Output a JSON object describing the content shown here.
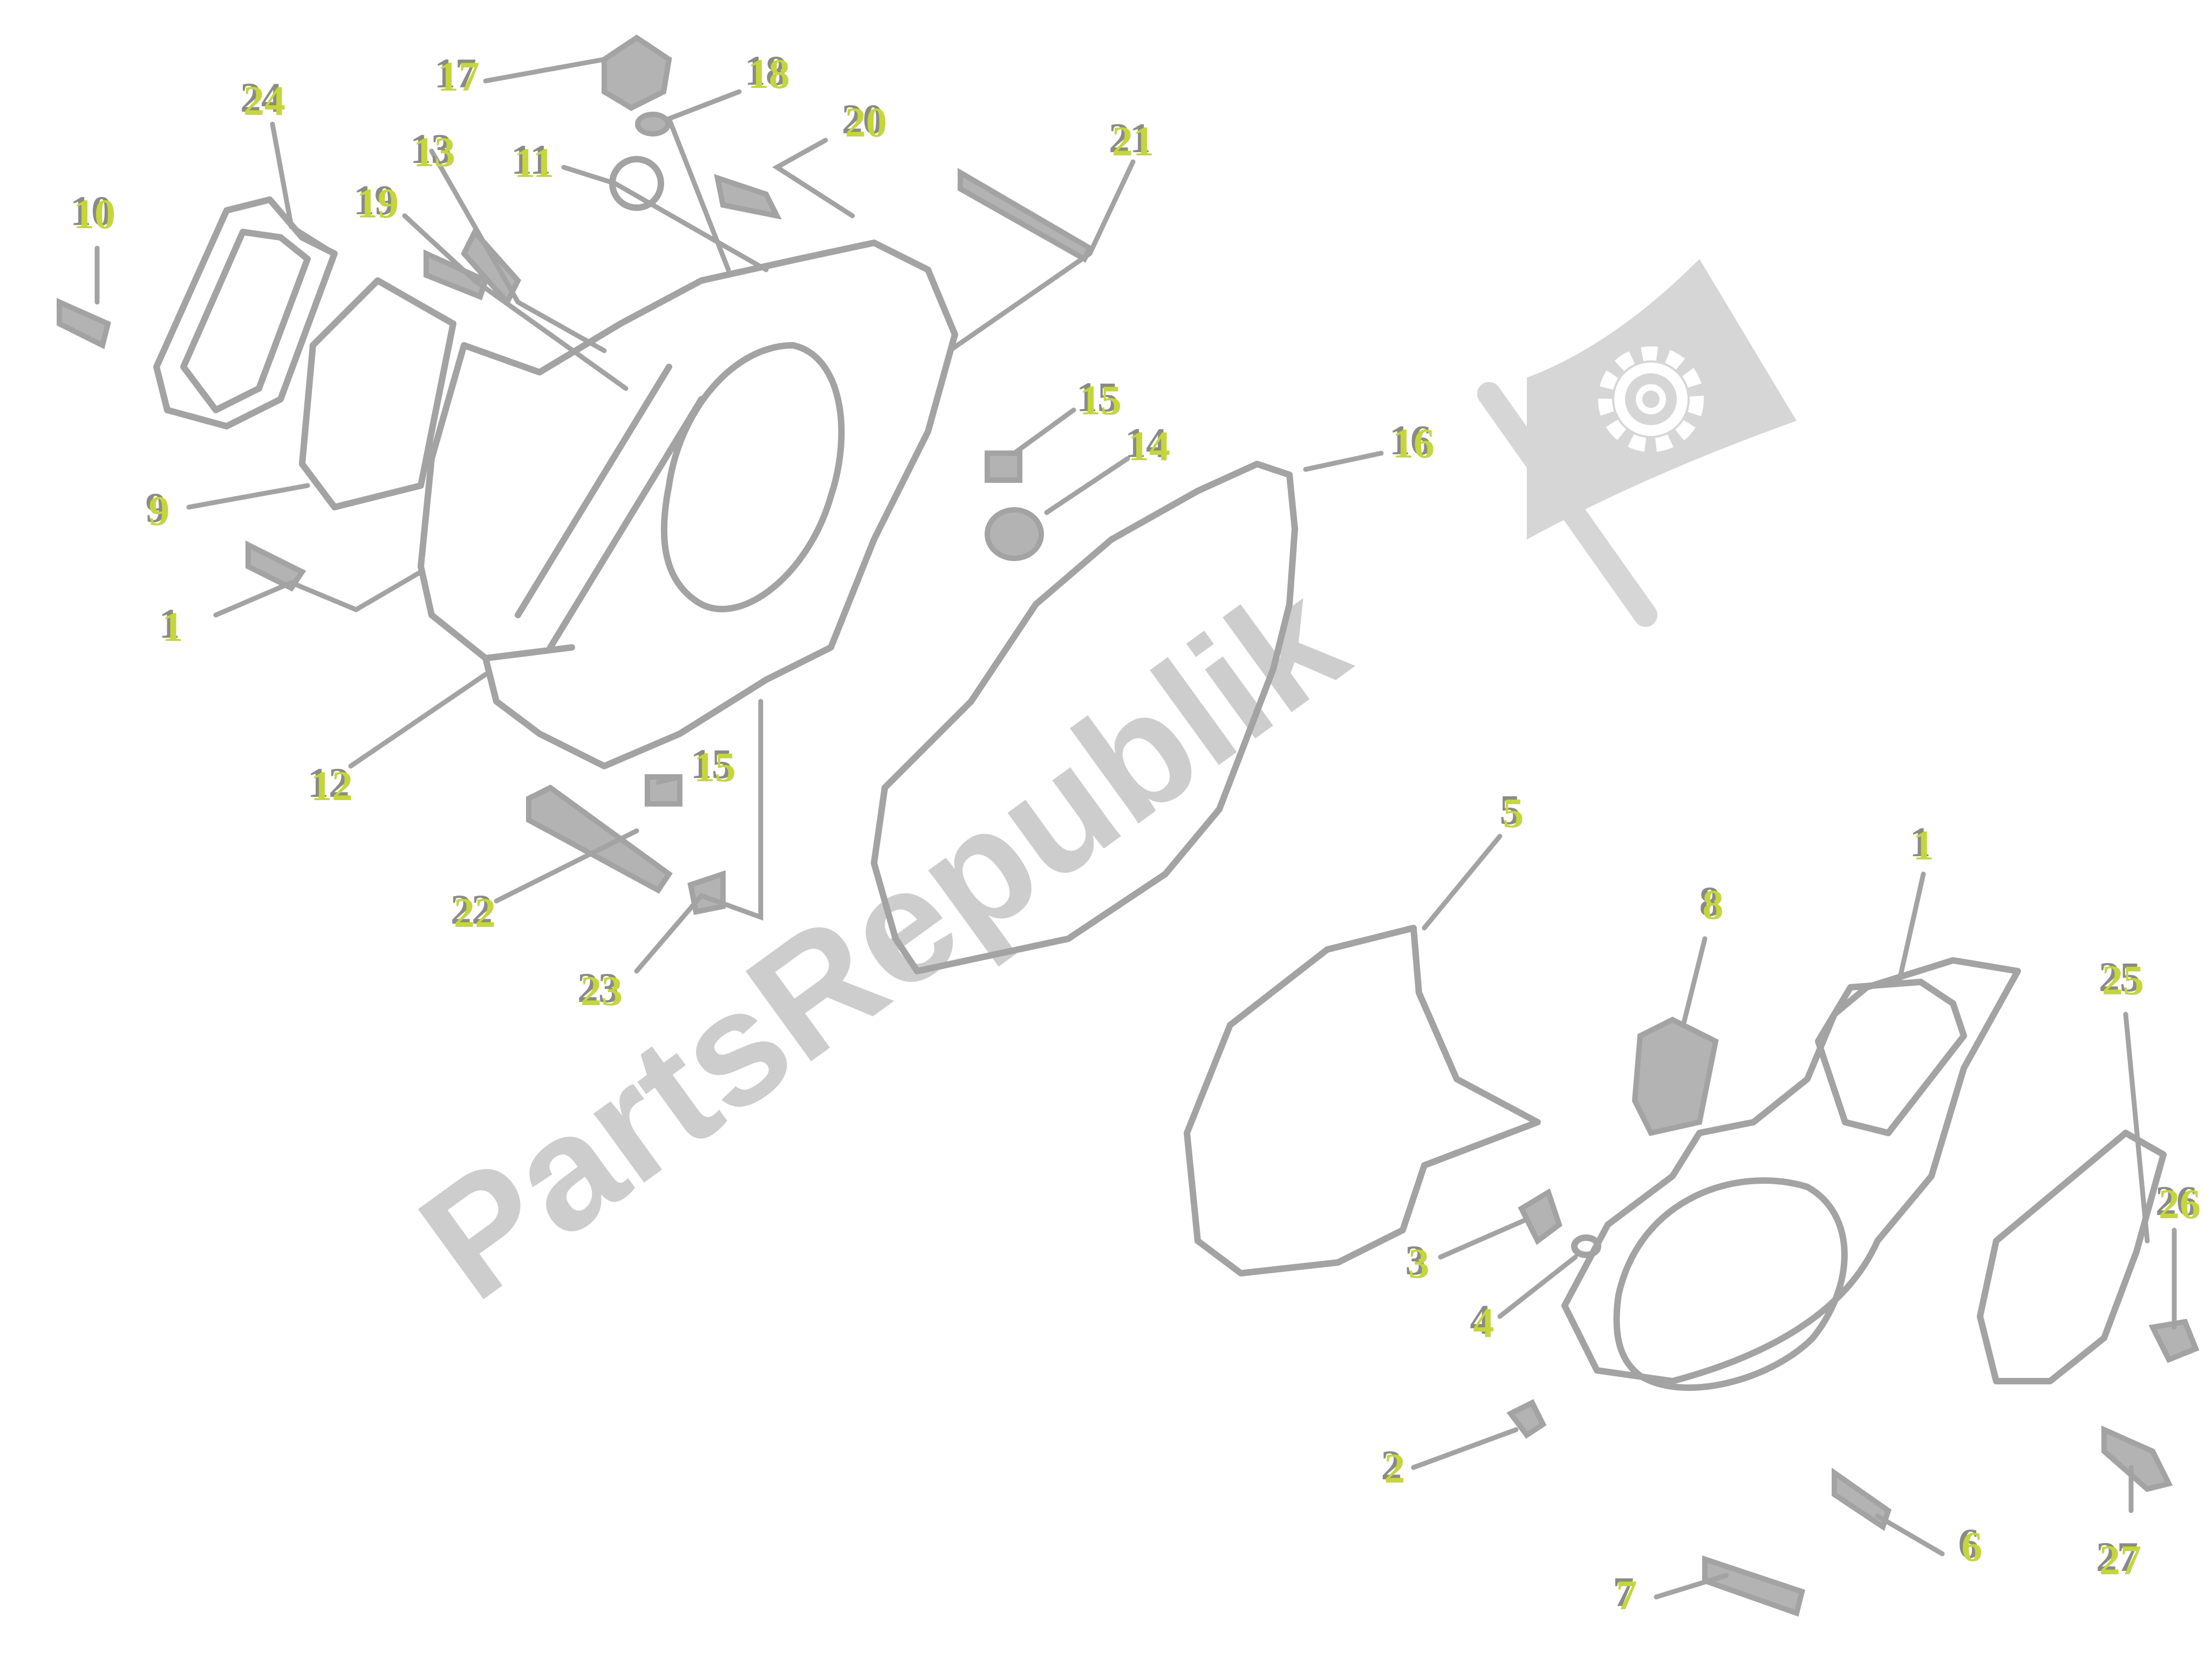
{
  "colors": {
    "label_fill": "#c5d63a",
    "label_shadow": "#8a8a8a",
    "line_art": "#a3a3a3",
    "watermark": "#cdcdcd",
    "background": "#ffffff"
  },
  "watermark": {
    "text": "PartsRepublik",
    "logo_icon": "gear-icon"
  },
  "callouts": [
    {
      "id": "c24",
      "label": "24"
    },
    {
      "id": "c17",
      "label": "17"
    },
    {
      "id": "c18",
      "label": "18"
    },
    {
      "id": "c13",
      "label": "13"
    },
    {
      "id": "c11",
      "label": "11"
    },
    {
      "id": "c20",
      "label": "20"
    },
    {
      "id": "c21",
      "label": "21"
    },
    {
      "id": "c10",
      "label": "10"
    },
    {
      "id": "c19",
      "label": "19"
    },
    {
      "id": "c15a",
      "label": "15"
    },
    {
      "id": "c14",
      "label": "14"
    },
    {
      "id": "c16",
      "label": "16"
    },
    {
      "id": "c9",
      "label": "9"
    },
    {
      "id": "c1a",
      "label": "1"
    },
    {
      "id": "c12",
      "label": "12"
    },
    {
      "id": "c15b",
      "label": "15"
    },
    {
      "id": "c22",
      "label": "22"
    },
    {
      "id": "c23",
      "label": "23"
    },
    {
      "id": "c5",
      "label": "5"
    },
    {
      "id": "c1b",
      "label": "1"
    },
    {
      "id": "c8",
      "label": "8"
    },
    {
      "id": "c25",
      "label": "25"
    },
    {
      "id": "c26",
      "label": "26"
    },
    {
      "id": "c3",
      "label": "3"
    },
    {
      "id": "c4",
      "label": "4"
    },
    {
      "id": "c2",
      "label": "2"
    },
    {
      "id": "c6",
      "label": "6"
    },
    {
      "id": "c27",
      "label": "27"
    },
    {
      "id": "c7",
      "label": "7"
    }
  ]
}
